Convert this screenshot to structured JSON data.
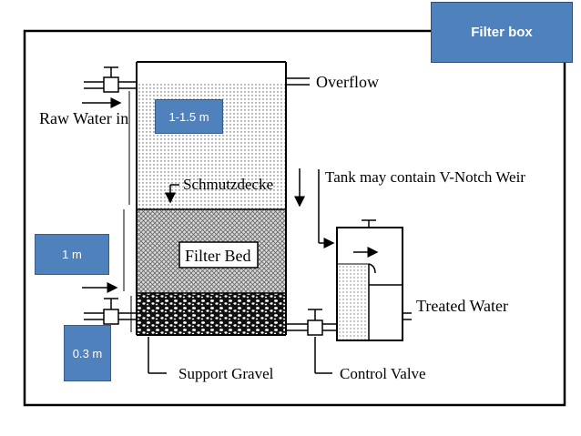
{
  "labels": {
    "raw_water_in": "Raw Water in",
    "overflow": "Overflow",
    "schmutzdecke": "Schmutzdecke",
    "tank_note": "Tank may contain V-Notch Weir",
    "filter_bed": "Filter Bed",
    "treated_water": "Treated Water",
    "support_gravel": "Support Gravel",
    "control_valve": "Control Valve"
  },
  "badges": {
    "filter_box": "Filter box",
    "depth_top": "1-1.5 m",
    "depth_bed": "1 m",
    "depth_gravel": "0.3 m"
  },
  "colors": {
    "badge_fill": "#4f81bd",
    "line": "#000000"
  }
}
